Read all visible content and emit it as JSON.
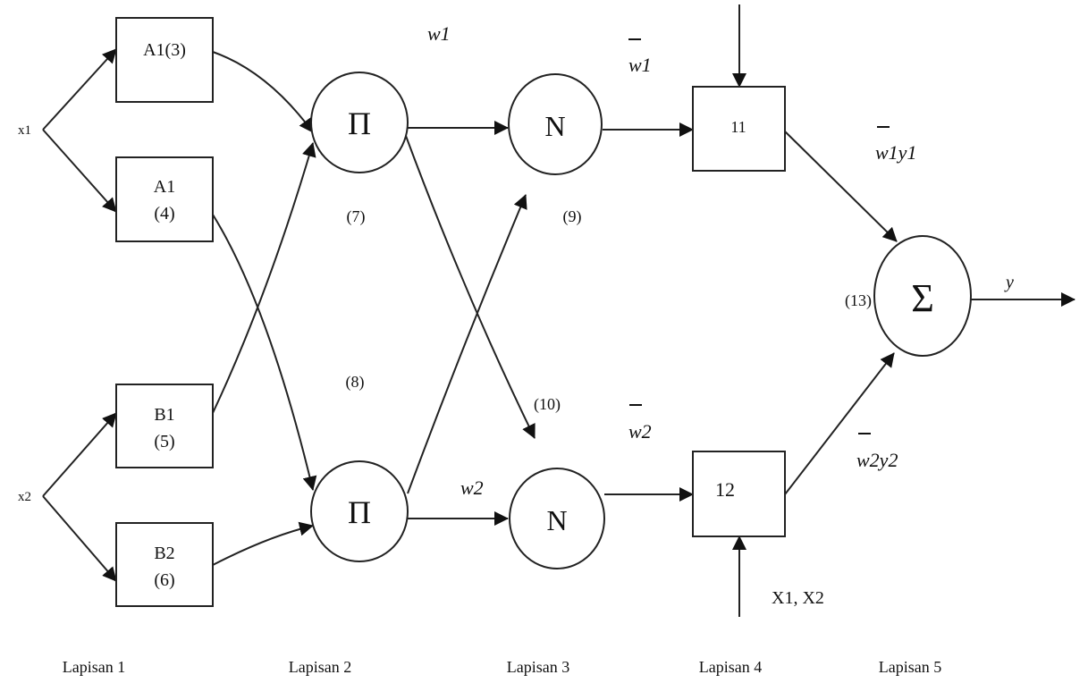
{
  "inputs": {
    "x1": "x1",
    "x2": "x2",
    "consequent_inputs": "X1, X2"
  },
  "layer1": [
    {
      "label": "A1(3)",
      "id": ""
    },
    {
      "label": "A1",
      "id": "(4)"
    },
    {
      "label": "B1",
      "id": "(5)"
    },
    {
      "label": "B2",
      "id": "(6)"
    }
  ],
  "layer2": [
    {
      "symbol": "Π",
      "id": "(7)"
    },
    {
      "symbol": "Π",
      "id": "(8)"
    }
  ],
  "layer3": [
    {
      "symbol": "N",
      "id": "(9)"
    },
    {
      "symbol": "N",
      "id": "(10)"
    }
  ],
  "layer4": [
    {
      "label": "11"
    },
    {
      "label": "12"
    }
  ],
  "layer5": {
    "symbol": "Σ",
    "id": "(13)",
    "output": "y"
  },
  "edge_labels": {
    "w1": "w1",
    "w2": "w2",
    "w1bar": "w1",
    "w2bar": "w2",
    "w1y1": "w1y1",
    "w2y2": "w2y2"
  },
  "layers": [
    "Lapisan 1",
    "Lapisan 2",
    "Lapisan 3",
    "Lapisan 4",
    "Lapisan 5"
  ]
}
